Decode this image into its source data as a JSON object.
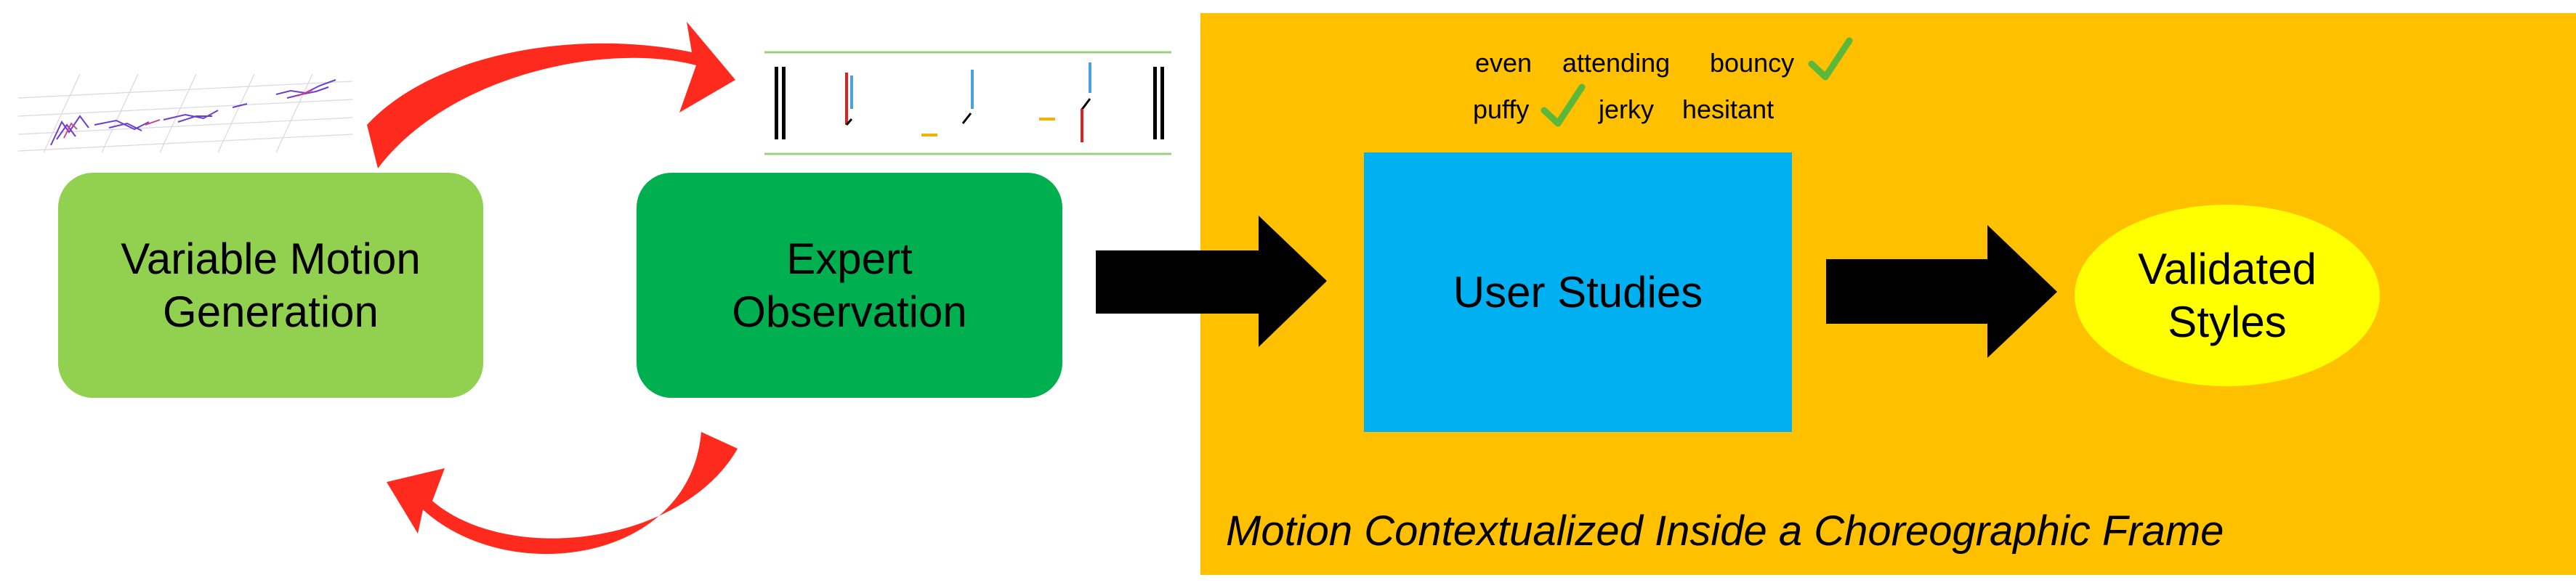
{
  "boxes": {
    "generation": [
      "Variable Motion",
      "Generation"
    ],
    "observation": [
      "Expert",
      "Observation"
    ],
    "user_studies": "User Studies",
    "validated": "Validated Styles"
  },
  "frame_label": "Motion Contextualized Inside a Choreographic Frame",
  "style_words": {
    "row1": [
      "even",
      "attending",
      "bouncy"
    ],
    "row2": [
      "puffy",
      "jerky",
      "hesitant"
    ],
    "checked": [
      "bouncy",
      "puffy"
    ]
  },
  "colors": {
    "frame": "#FFC000",
    "generation": "#92D050",
    "observation": "#00B050",
    "user_studies": "#00B0F0",
    "validated": "#FFFF00",
    "cycle_arrow": "#FF2A1E",
    "flow_arrow": "#000000",
    "check": "#5CB83A"
  },
  "icons": [
    "motion-trace-thumbnail",
    "timeline-thumbnail",
    "cycle-arrow-icon",
    "flow-arrow-icon",
    "check-icon"
  ]
}
